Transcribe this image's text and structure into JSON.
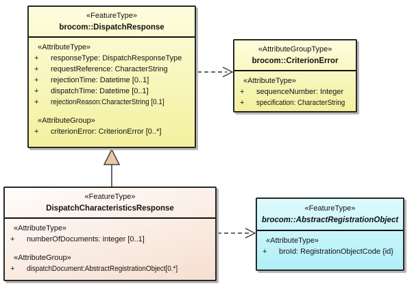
{
  "colors": {
    "box_yellow_top": "#FDFDDE",
    "box_yellow_bottom": "#F3F09E",
    "box_peach_top": "#FFFDFB",
    "box_peach_bottom": "#F6DFD0",
    "box_cyan_top": "#DFFAFD",
    "box_cyan_bottom": "#B0EFF8",
    "box_border": "#262626",
    "box_shadow": "#B9B9B9",
    "connector": "#333333",
    "generalization_triangle_fill": "#E9C9A2"
  },
  "classes": {
    "dispatchResponse": {
      "stereotype": "«FeatureType»",
      "name": "brocom::DispatchResponse",
      "sections": [
        {
          "heading": "«AttributeType»",
          "rows": [
            {
              "vis": "+",
              "text": "responseType: DispatchResponseType"
            },
            {
              "vis": "+",
              "text": "requestReference: CharacterString"
            },
            {
              "vis": "+",
              "text": "rejectionTime: Datetime [0..1]"
            },
            {
              "vis": "+",
              "text": "dispatchTime: Datetime [0..1]"
            },
            {
              "vis": "+",
              "text": "rejectionReason:CharacterString [0.1]"
            }
          ]
        },
        {
          "heading": "«AttributeGroup»",
          "rows": [
            {
              "vis": "+",
              "text": "criterionError: CriterionError [0..*]"
            }
          ]
        }
      ]
    },
    "criterionError": {
      "stereotype": "«AttributeGroupType»",
      "name": "brocom::CriterionError",
      "sections": [
        {
          "heading": "«AttributeType»",
          "rows": [
            {
              "vis": "+",
              "text": "sequenceNumber: Integer"
            },
            {
              "vis": "+",
              "text": "specification: CharacterString"
            }
          ]
        }
      ]
    },
    "dispatchCharacteristicsResponse": {
      "stereotype": "«FeatureType»",
      "name": "DispatchCharacteristicsResponse",
      "sections": [
        {
          "heading": "«AttributeType»",
          "rows": [
            {
              "vis": "+",
              "text": "numberOfDocuments: integer [0..1]"
            }
          ]
        },
        {
          "heading": "«AttributeGroup»",
          "rows": [
            {
              "vis": "+",
              "text": "dispatchDocument:AbstractRegistrationObject[0.*]"
            }
          ]
        }
      ]
    },
    "abstractRegistrationObject": {
      "stereotype": "«FeatureType»",
      "name": "brocom::AbstractRegistrationObject",
      "sections": [
        {
          "heading": "«AttributeType»",
          "rows": [
            {
              "vis": "+",
              "text": "broId: RegistrationObjectCode {id}"
            }
          ]
        }
      ]
    }
  }
}
